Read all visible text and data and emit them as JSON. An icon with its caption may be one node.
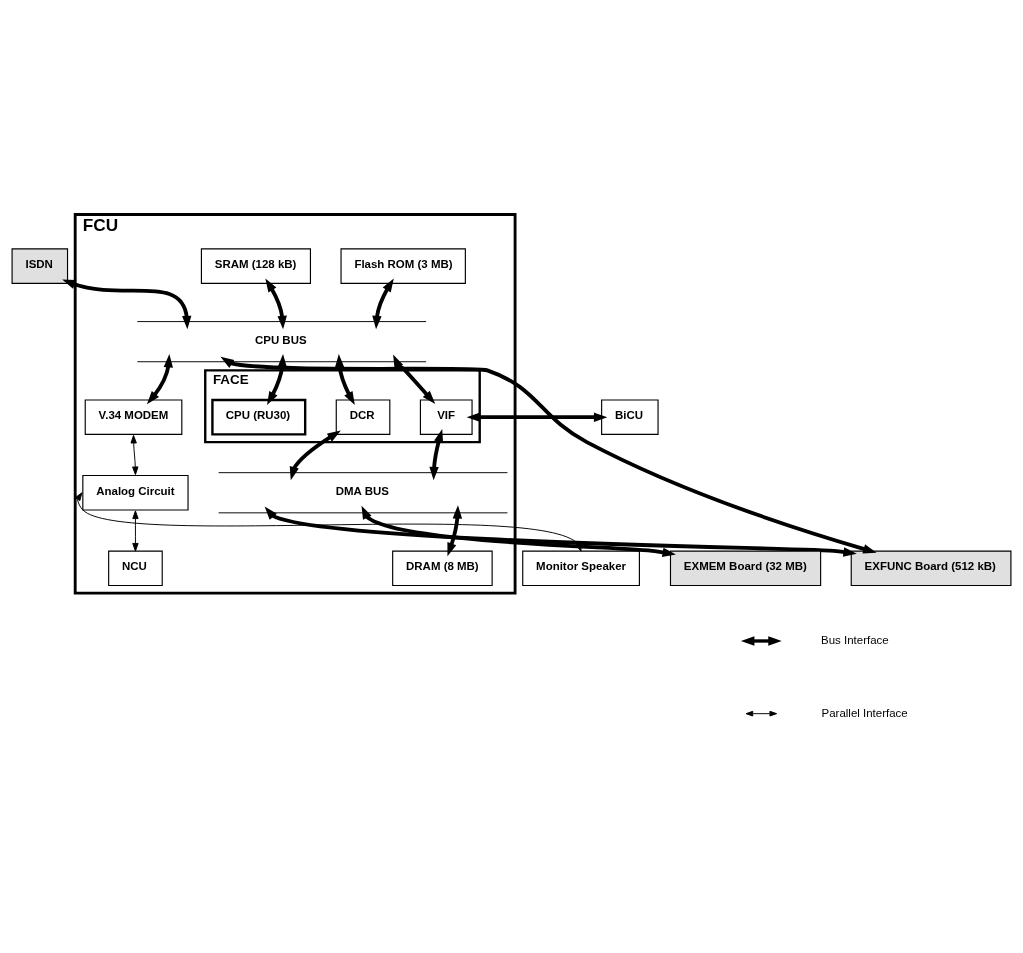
{
  "diagram": {
    "nodes": [
      {
        "text": [
          "ISDN"
        ]
      },
      {
        "text": [
          "FCU"
        ]
      },
      {
        "text": [
          "SRAM (128 kB)"
        ],
        "in": 1
      },
      {
        "text": [
          "Flash ROM (3 MB)"
        ],
        "in": 1
      },
      {
        "text": [
          "CPU BUS"
        ],
        "in": 1
      },
      {
        "text": [
          "V.34 MODEM"
        ],
        "in": 1
      },
      {
        "text": [
          "FACE"
        ],
        "in": 1
      },
      {
        "text": [
          "CPU (RU30)"
        ],
        "in": 6
      },
      {
        "text": [
          "DCR"
        ],
        "in": 6
      },
      {
        "text": [
          "VIF"
        ],
        "in": 6
      },
      {
        "text": [
          "BiCU"
        ]
      },
      {
        "text": [
          "Analog Circuit"
        ],
        "in": 1
      },
      {
        "text": [
          "DMA BUS"
        ],
        "in": 1
      },
      {
        "text": [
          "NCU"
        ],
        "in": 1
      },
      {
        "text": [
          "DRAM (8 MB)"
        ],
        "in": 1
      },
      {
        "text": [
          "Monitor Speaker"
        ]
      },
      {
        "text": [
          "EXFUNC Board (512 kB)"
        ]
      },
      {
        "text": [
          "EXMEM Board (32 MB)"
        ]
      }
    ],
    "edges": [
      {
        "from": 0,
        "to": 4,
        "arrow": "both"
      },
      {
        "from": 2,
        "to": 4,
        "arrow": "both"
      },
      {
        "from": 3,
        "to": 4,
        "arrow": "both"
      },
      {
        "from": 4,
        "to": 5,
        "arrow": "both"
      },
      {
        "from": 4,
        "to": 16,
        "arrow": "both"
      },
      {
        "from": 4,
        "to": 7,
        "arrow": "both"
      },
      {
        "from": 4,
        "to": 8,
        "arrow": "both"
      },
      {
        "from": 4,
        "to": 9,
        "arrow": "both"
      },
      {
        "from": 9,
        "to": 10,
        "arrow": "both"
      },
      {
        "from": 8,
        "to": 12,
        "arrow": "both"
      },
      {
        "from": 9,
        "to": 12,
        "arrow": "both"
      },
      {
        "from": 12,
        "to": 16,
        "arrow": "both"
      },
      {
        "from": 12,
        "to": 17,
        "arrow": "both"
      },
      {
        "from": 12,
        "to": 14,
        "arrow": "both"
      },
      {
        "from": 5,
        "to": 11,
        "arrow": "both"
      },
      {
        "from": 11,
        "to": 13,
        "arrow": "both"
      },
      {
        "from": 15,
        "to": 11,
        "arrow": "both"
      }
    ],
    "legend": [
      {
        "text": "Bus Interface"
      },
      {
        "text": "Parallel Interface"
      }
    ]
  }
}
